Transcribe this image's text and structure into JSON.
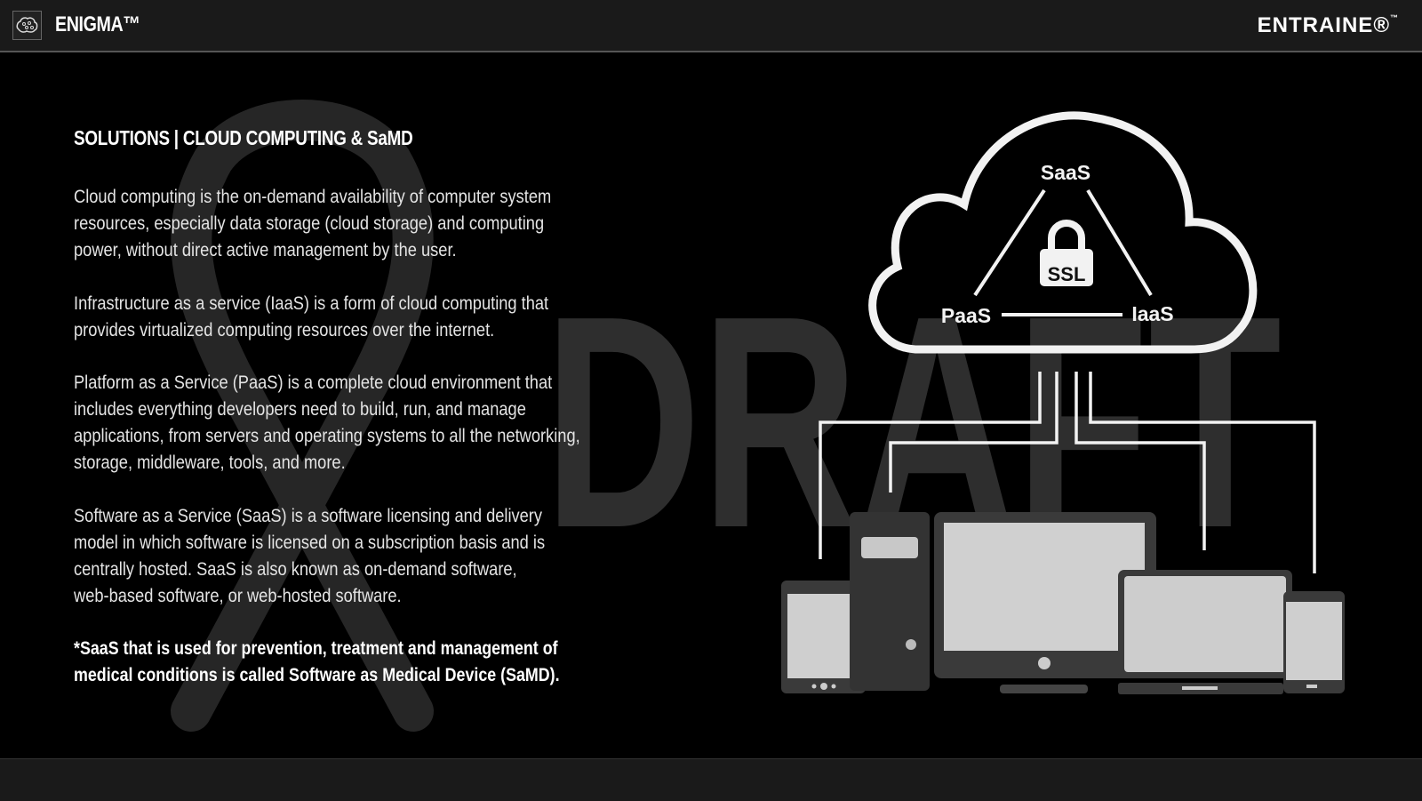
{
  "header": {
    "brand": "ENIGMA™",
    "partner": "ENTRAINE®",
    "partner_tm": "™"
  },
  "watermark": "DRAFT",
  "main": {
    "title": "SOLUTIONS | CLOUD COMPUTING & SaMD",
    "paragraphs": [
      {
        "lines": [
          "Cloud computing is the on-demand availability of computer system",
          "resources, especially data storage (cloud storage) and computing",
          "power, without direct active management by the user."
        ]
      },
      {
        "lines": [
          "Infrastructure as a service (IaaS) is a form of cloud computing that",
          "provides virtualized computing resources over the internet."
        ]
      },
      {
        "lines": [
          "Platform as a Service (PaaS) is a complete cloud environment that",
          "includes everything developers need to build, run, and manage",
          "applications, from servers and operating systems to all the networking,",
          "storage, middleware, tools, and more."
        ]
      },
      {
        "lines": [
          "Software as a Service (SaaS) is a software licensing and delivery",
          "model in which software is licensed on a subscription basis and is",
          "centrally hosted. SaaS is also known as on-demand software,",
          "web-based software, or web-hosted software."
        ]
      }
    ],
    "note": {
      "lines": [
        "*SaaS that is used for prevention, treatment and management of",
        "medical conditions is called Software as Medical Device (SaMD)."
      ]
    }
  },
  "diagram": {
    "saas": "SaaS",
    "paas": "PaaS",
    "iaas": "IaaS",
    "ssl": "SSL"
  }
}
